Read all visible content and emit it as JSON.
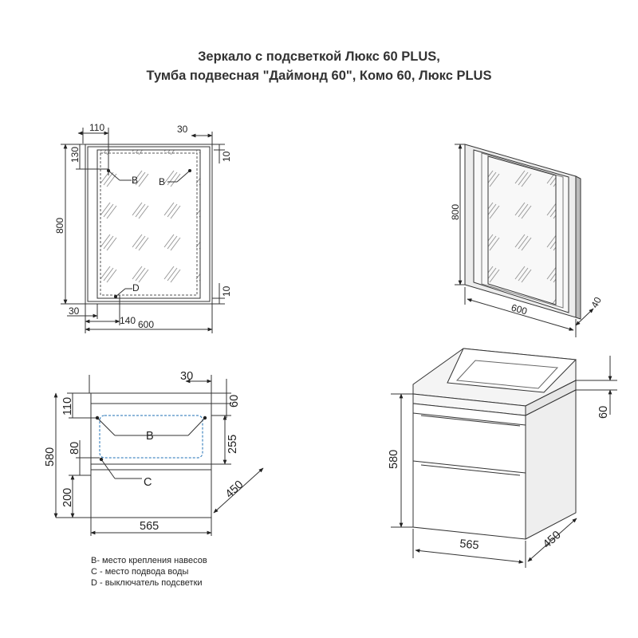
{
  "title": {
    "line1": "Зеркало с подсветкой Люкс 60 PLUS,",
    "line2": "Тумба подвесная \"Даймонд 60\", Комо 60, Люкс PLUS"
  },
  "mirror_front": {
    "dims": {
      "d110": "110",
      "d30_top": "30",
      "d130": "130",
      "d10_top": "10",
      "d800": "800",
      "d10_bot": "10",
      "d30_bot": "30",
      "d140": "140",
      "d600": "600"
    },
    "labels": {
      "b_left": "B",
      "b_right": "B",
      "d": "D"
    }
  },
  "mirror_iso": {
    "dims": {
      "d800": "800",
      "d600": "600",
      "d40": "40"
    }
  },
  "cabinet_front": {
    "dims": {
      "d30": "30",
      "d60": "60",
      "d110": "110",
      "d580": "580",
      "d255": "255",
      "d80": "80",
      "d200": "200",
      "d450": "450",
      "d565": "565"
    },
    "labels": {
      "b": "B",
      "c": "C"
    }
  },
  "cabinet_iso": {
    "dims": {
      "d580": "580",
      "d60": "60",
      "d565": "565",
      "d450": "450"
    }
  },
  "legend": [
    "B- место крепления навесов",
    "C - место подвода воды",
    "D - выключатель подсветки"
  ],
  "colors": {
    "line": "#333333",
    "accent_blue": "#1e6fb4",
    "panel": "#f7f7f7"
  }
}
